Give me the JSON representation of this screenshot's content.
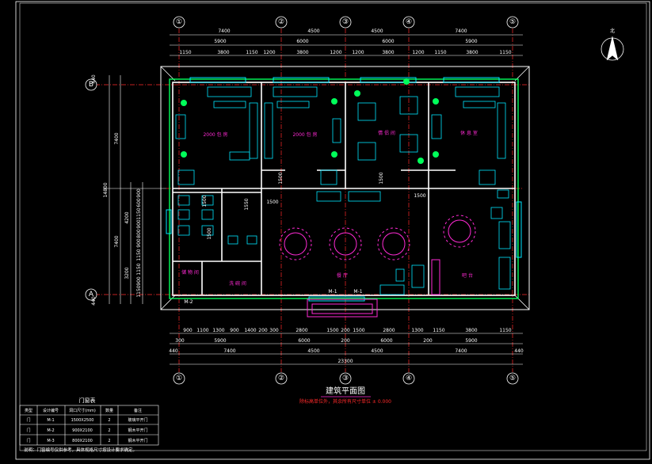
{
  "drawing": {
    "title": "建筑平面图",
    "subtitle": "除标高单位外，其余所有尺寸单位 ± 0.000",
    "north_label": "北",
    "note": "说明：门窗编号仅供参考，具体规格尺寸按设计要求确定。"
  },
  "axes": {
    "vertical": [
      "①",
      "②",
      "③",
      "④",
      "⑤"
    ],
    "horizontal": [
      "B",
      "A"
    ]
  },
  "dims_top": {
    "row1": [
      "7400",
      "4500",
      "4500",
      "7400"
    ],
    "row2": [
      "5900",
      "6000",
      "6000",
      "5900"
    ],
    "row3": [
      "1150",
      "3800",
      "1150",
      "1200",
      "3800",
      "1200",
      "1200",
      "3800",
      "1200",
      "1150",
      "3800",
      "1150"
    ]
  },
  "dims_bottom": {
    "row1": [
      "900",
      "1100",
      "1300",
      "900",
      "1400",
      "200",
      "300",
      "2800",
      "1500",
      "200",
      "1500",
      "2800",
      "1300",
      "1150",
      "3800",
      "1150"
    ],
    "row2": [
      "300",
      "5900",
      "6000",
      "200",
      "6000",
      "200",
      "5900"
    ],
    "row3": [
      "440",
      "7400",
      "4500",
      "4500",
      "7400",
      "440"
    ],
    "total": "23300"
  },
  "dims_left": {
    "outer": "14800",
    "mid": [
      "7400",
      "7400"
    ],
    "inner": [
      "4200",
      "3200"
    ],
    "small": [
      "900",
      "600",
      "1150",
      "900",
      "800",
      "900",
      "1150",
      "1150",
      "900",
      "1150"
    ],
    "edge": [
      "440",
      "440"
    ]
  },
  "dims_inner": [
    "1500",
    "1500",
    "1500",
    "1500",
    "1500",
    "1550",
    "1500"
  ],
  "rooms": {
    "r1": "2000 包 房",
    "r2": "2000 包 房",
    "r3": "情 侣 间",
    "r4": "休 息 室",
    "hall": "餐 厅",
    "bar": "吧 台",
    "storage": "储 物 间",
    "wash": "洗 碗 间"
  },
  "door_labels": [
    "M-1",
    "M-1",
    "M-2"
  ],
  "door_table": {
    "title": "门窗表",
    "headers": [
      "类型",
      "设计编号",
      "洞口尺寸(mm)",
      "数量",
      "备注"
    ],
    "rows": [
      [
        "门",
        "M-1",
        "1500X2500",
        "2",
        "玻璃平开门"
      ],
      [
        "门",
        "M-2",
        "900X2100",
        "2",
        "钢木平开门"
      ],
      [
        "门",
        "M-3",
        "800X2100",
        "2",
        "钢木平开门"
      ]
    ]
  }
}
